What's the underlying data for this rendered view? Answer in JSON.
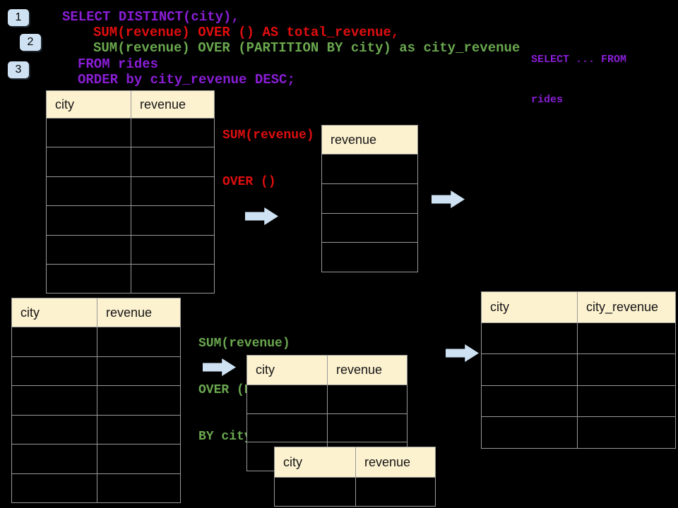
{
  "colors": {
    "background": "#000000",
    "table_header_fill": "#FDF2D0",
    "table_border": "#999999",
    "arrow_fill": "#CFE2F3",
    "badge_fill": "#CFE2F3",
    "sql_purple": "#8A1ED6",
    "sql_red": "#E00E0E",
    "sql_green": "#6AA84F"
  },
  "step_badges": [
    {
      "label": "1"
    },
    {
      "label": "2"
    },
    {
      "label": "3"
    }
  ],
  "sql_query": {
    "line_select": "SELECT DISTINCT(city),",
    "line_total": "SUM(revenue) OVER () AS total_revenue,",
    "line_partition": "SUM(revenue) OVER (PARTITION BY city) as city_revenue",
    "line_from": "FROM rides",
    "line_order": "ORDER by city_revenue DESC;"
  },
  "side_note": {
    "line1": "SELECT ... FROM",
    "line2": "rides"
  },
  "annotations": {
    "total_window": {
      "line1": "SUM(revenue)",
      "line2": "OVER ()"
    },
    "partition_window": {
      "line1": "SUM(revenue)",
      "line2": "OVER (PARTITION",
      "line3": "BY city)"
    }
  },
  "tables": {
    "source_top": {
      "headers": [
        "city",
        "revenue"
      ],
      "rows": 6
    },
    "total_revenue_result": {
      "headers": [
        "revenue"
      ],
      "rows": 4
    },
    "source_bottom": {
      "headers": [
        "city",
        "revenue"
      ],
      "rows": 6
    },
    "partition_step_front": {
      "headers": [
        "city",
        "revenue"
      ],
      "rows": 3
    },
    "partition_step_back": {
      "headers": [
        "city",
        "revenue"
      ],
      "rows": 1
    },
    "city_revenue_result": {
      "headers": [
        "city",
        "city_revenue"
      ],
      "rows": 4
    }
  }
}
